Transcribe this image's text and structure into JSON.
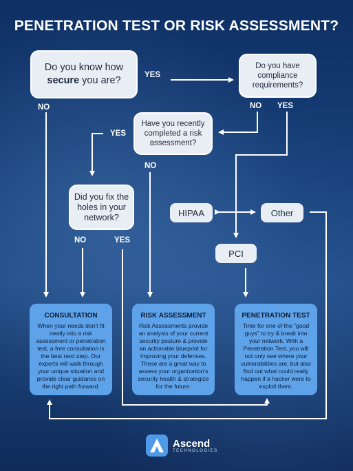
{
  "title": "PENETRATION TEST OR RISK ASSESSMENT?",
  "questions": {
    "q1_pre": "Do you know how",
    "q1_bold": "secure",
    "q1_post": "you are?",
    "q2": "Do you have compliance requirements?",
    "q3": "Have you recently completed a risk assessment?",
    "q4": "Did you fix the holes in your network?"
  },
  "tags": {
    "hipaa": "HIPAA",
    "other": "Other",
    "pci": "PCI"
  },
  "labels": {
    "yes_q1": "YES",
    "no_q1": "NO",
    "no_q2": "NO",
    "yes_q2": "YES",
    "yes_q3": "YES",
    "no_q3": "NO",
    "no_q4": "NO",
    "yes_q4": "YES"
  },
  "results": {
    "consultation": {
      "heading": "CONSULTATION",
      "body": "When your needs don't fit neatly into a risk assessment or penetration test, a free consultation is the best next step. Our experts will walk through your unique situation and provide clear guidance on the right path forward."
    },
    "risk": {
      "heading": "RISK ASSESSMENT",
      "body": "Risk Assessments provide an analysis of your current security posture & provide an actionable blueprint for improving your defenses. These are a great way to assess your organization's security health & strategize for the future."
    },
    "pentest": {
      "heading": "PENETRATION TEST",
      "body": "Time for one of the \"good guys\" to try & break into your network. With a Penetration Test, you will not only see where your vulnerabilities are, but also find out what could really happen if a hacker were to exploit them."
    }
  },
  "logo": {
    "name": "Ascend",
    "sub": "TECHNOLOGIES"
  },
  "colors": {
    "result_box": "#5ea3ea",
    "question_box": "#e9eef5",
    "background": "#173f78"
  }
}
